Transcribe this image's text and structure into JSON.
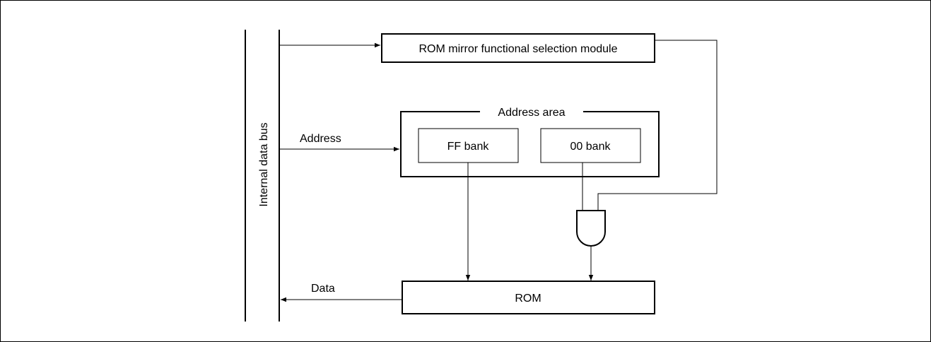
{
  "labels": {
    "bus": "Internal data bus",
    "rom_mirror": "ROM mirror functional selection module",
    "address_area": "Address area",
    "ff_bank": "FF bank",
    "bank_00": "00 bank",
    "address": "Address",
    "data": "Data",
    "rom": "ROM"
  },
  "colors": {
    "line": "#000000",
    "background": "#ffffff"
  }
}
